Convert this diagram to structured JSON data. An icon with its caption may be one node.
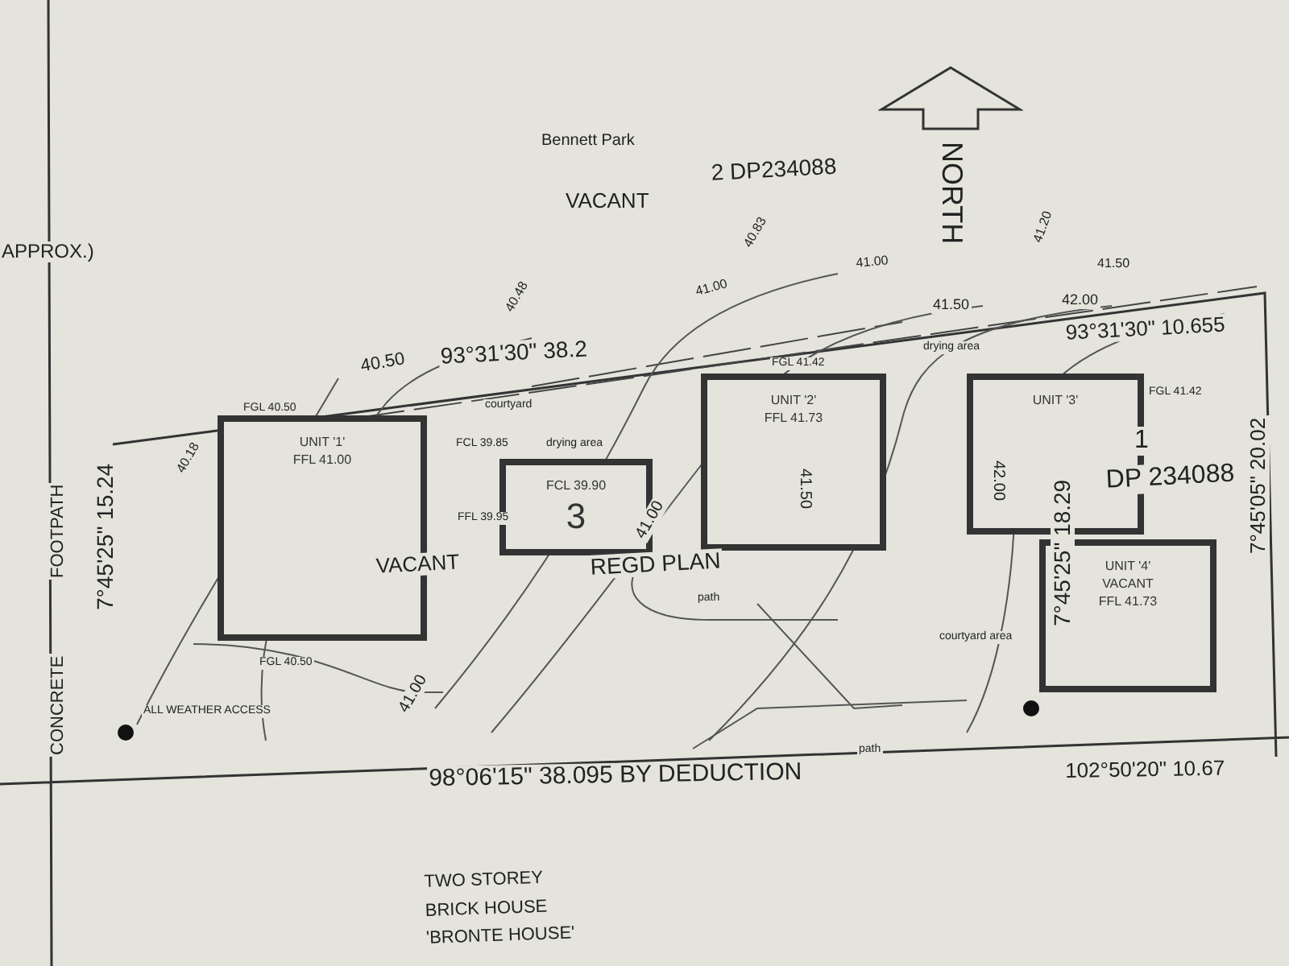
{
  "diagram": {
    "nodes": [
      {
        "text": [
          "NORTH"
        ]
      },
      {
        "text": [
          "UNIT '1'",
          "FFL 41.00"
        ]
      },
      {
        "text": [
          "UNIT '2'",
          "FFL 41.73"
        ]
      },
      {
        "text": [
          "UNIT '3'"
        ]
      },
      {
        "text": [
          "UNIT '4'",
          "VACANT",
          "FFL 41.73"
        ]
      },
      {
        "text": [
          "FCL 39.90",
          "3"
        ]
      }
    ],
    "labels": [
      "Bennett Park",
      "APPROX.)",
      "VACANT",
      "2 DP234088",
      "40.18",
      "40.48",
      "40.83",
      "41.00",
      "41.00",
      "41.20",
      "41.50",
      "41.50",
      "42.00",
      "40.50",
      "93°31'30\" 38.2",
      "93°31'30\" 10.655",
      "FGL 40.50",
      "courtyard",
      "FCL 39.85",
      "drying area",
      "FGL 41.42",
      "drying area",
      "FGL 41.42",
      "FOOTPATH",
      "7°45'25\" 15.24",
      "41.00",
      "41.50",
      "42.00",
      "1",
      "DP 234088",
      "7°45'25\" 18.29",
      "7°45'05\" 20.02",
      "FFL 39.95",
      "VACANT",
      "REGD PLAN",
      "courtyard area",
      "CONCRETE",
      "ALL WEATHER ACCESS",
      "FGL 40.50",
      "path",
      "path",
      "41.00",
      "98°06'15\" 38.095 BY DEDUCTION",
      "102°50'20\" 10.67",
      "TWO STOREY BRICK HOUSE 'BRONTE HOUSE'"
    ]
  }
}
